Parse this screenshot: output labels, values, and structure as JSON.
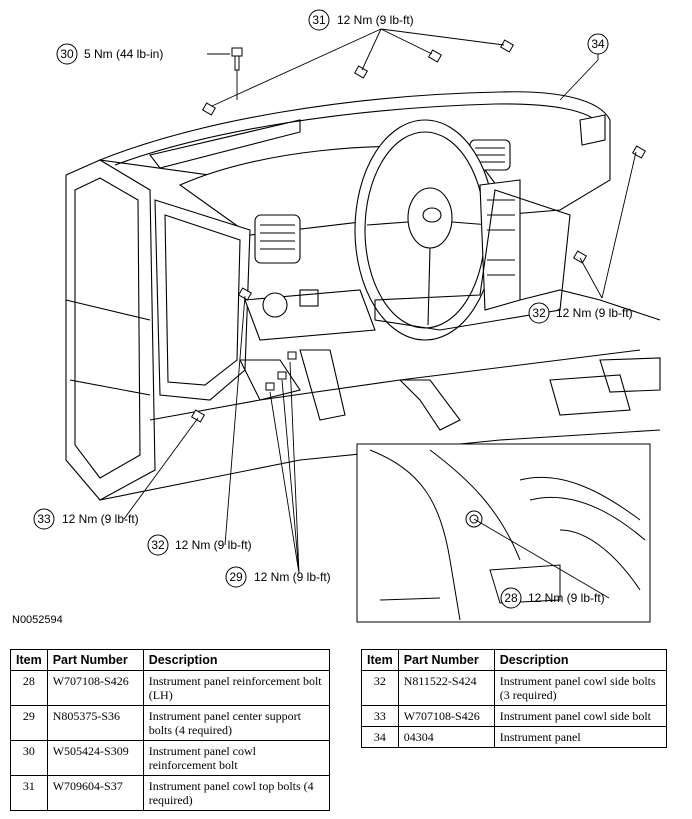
{
  "figure_id": "N0052594",
  "callouts": [
    {
      "num": "31",
      "text": "12 Nm (9 lb-ft)"
    },
    {
      "num": "30",
      "text": "5 Nm (44 lb-in)"
    },
    {
      "num": "34",
      "text": ""
    },
    {
      "num": "32",
      "text": "12 Nm (9 lb-ft)"
    },
    {
      "num": "33",
      "text": "12 Nm (9 lb-ft)"
    },
    {
      "num": "32",
      "text": "12 Nm (9 lb-ft)"
    },
    {
      "num": "29",
      "text": "12 Nm (9 lb-ft)"
    },
    {
      "num": "28",
      "text": "12 Nm (9 lb-ft)"
    }
  ],
  "parts_table": {
    "headers": {
      "item": "Item",
      "part_number": "Part Number",
      "description": "Description"
    },
    "left_rows": [
      {
        "item": "28",
        "part_number": "W707108-S426",
        "description": "Instrument panel reinforcement bolt (LH)"
      },
      {
        "item": "29",
        "part_number": "N805375-S36",
        "description": "Instrument panel center support bolts (4 required)"
      },
      {
        "item": "30",
        "part_number": "W505424-S309",
        "description": "Instrument panel cowl reinforcement bolt"
      },
      {
        "item": "31",
        "part_number": "W709604-S37",
        "description": "Instrument panel cowl top bolts (4 required)"
      }
    ],
    "right_rows": [
      {
        "item": "32",
        "part_number": "N811522-S424",
        "description": "Instrument panel cowl side bolts (3 required)"
      },
      {
        "item": "33",
        "part_number": "W707108-S426",
        "description": "Instrument panel cowl side bolt"
      },
      {
        "item": "34",
        "part_number": "04304",
        "description": "Instrument panel"
      }
    ]
  }
}
